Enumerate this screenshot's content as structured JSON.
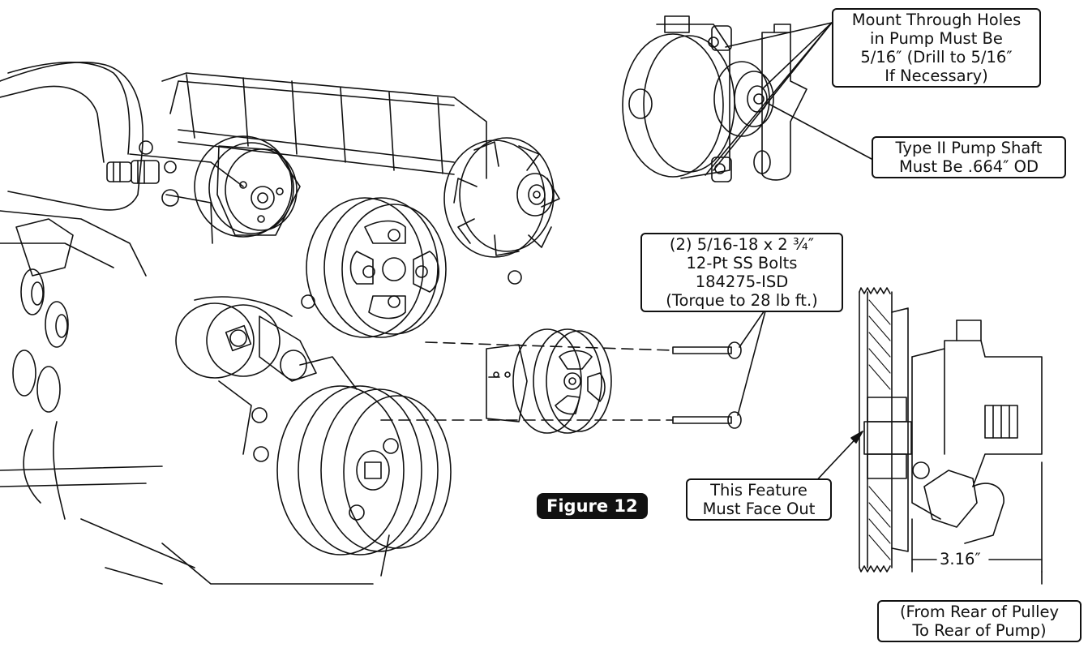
{
  "callouts": {
    "mount_holes": {
      "lines": [
        "Mount Through Holes",
        "in Pump Must Be",
        "5/16″ (Drill to 5/16″",
        "If Necessary)"
      ]
    },
    "shaft": {
      "lines": [
        "Type II Pump Shaft",
        "Must Be .664″ OD"
      ]
    },
    "bolts": {
      "lines": [
        "(2) 5/16-18 x 2 ¾″",
        "12-Pt SS Bolts",
        "184275-ISD",
        "(Torque to 28 lb ft.)"
      ]
    },
    "feature": {
      "lines": [
        "This Feature",
        "Must Face Out"
      ]
    },
    "rear": {
      "lines": [
        "(From Rear of Pulley",
        "To Rear of Pump)"
      ]
    }
  },
  "dimension": {
    "value": "3.16″"
  },
  "figure_label": "Figure 12",
  "colors": {
    "line": "#111111",
    "background": "#ffffff",
    "label_bg": "#111111",
    "label_text": "#ffffff"
  }
}
